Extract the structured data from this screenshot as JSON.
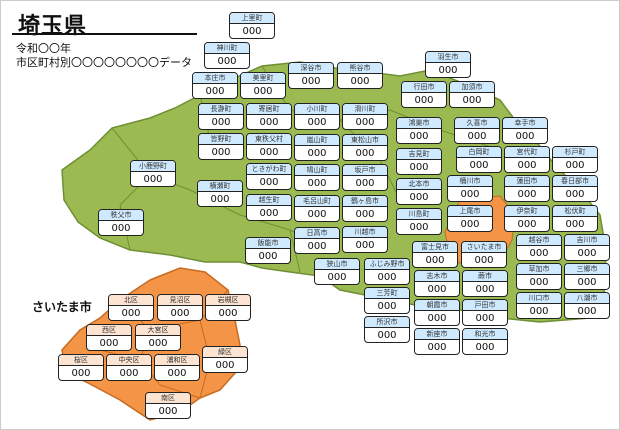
{
  "header": {
    "title": "埼玉県",
    "line1": "令和〇〇年",
    "line2": "市区町村別〇〇〇〇〇〇〇〇データ"
  },
  "saitama_city_label": "さいたま市",
  "colors": {
    "prefecture": "#9bbb52",
    "saitama_city": "#f39446",
    "label_header": "#cfeaff",
    "ward_header": "#fde3d2"
  },
  "municipalities": [
    {
      "name": "上里町",
      "value": "000"
    },
    {
      "name": "神川町",
      "value": "000"
    },
    {
      "name": "本庄市",
      "value": "000"
    },
    {
      "name": "美里町",
      "value": "000"
    },
    {
      "name": "深谷市",
      "value": "000"
    },
    {
      "name": "熊谷市",
      "value": "000"
    },
    {
      "name": "長瀞町",
      "value": "000"
    },
    {
      "name": "寄居町",
      "value": "000"
    },
    {
      "name": "小川町",
      "value": "000"
    },
    {
      "name": "滑川町",
      "value": "000"
    },
    {
      "name": "皆野町",
      "value": "000"
    },
    {
      "name": "東秩父村",
      "value": "000"
    },
    {
      "name": "嵐山町",
      "value": "000"
    },
    {
      "name": "東松山市",
      "value": "000"
    },
    {
      "name": "ときがわ町",
      "value": "000"
    },
    {
      "name": "鳩山町",
      "value": "000"
    },
    {
      "name": "坂戸市",
      "value": "000"
    },
    {
      "name": "横瀬町",
      "value": "000"
    },
    {
      "name": "越生町",
      "value": "000"
    },
    {
      "name": "毛呂山町",
      "value": "000"
    },
    {
      "name": "鶴ヶ島市",
      "value": "000"
    },
    {
      "name": "日高市",
      "value": "000"
    },
    {
      "name": "川越市",
      "value": "000"
    },
    {
      "name": "飯能市",
      "value": "000"
    },
    {
      "name": "秩父市",
      "value": "000"
    },
    {
      "name": "小鹿野町",
      "value": "000"
    },
    {
      "name": "羽生市",
      "value": "000"
    },
    {
      "name": "行田市",
      "value": "000"
    },
    {
      "name": "加須市",
      "value": "000"
    },
    {
      "name": "鴻巣市",
      "value": "000"
    },
    {
      "name": "久喜市",
      "value": "000"
    },
    {
      "name": "幸手市",
      "value": "000"
    },
    {
      "name": "吉見町",
      "value": "000"
    },
    {
      "name": "白岡町",
      "value": "000"
    },
    {
      "name": "宮代町",
      "value": "000"
    },
    {
      "name": "杉戸町",
      "value": "000"
    },
    {
      "name": "北本市",
      "value": "000"
    },
    {
      "name": "桶川市",
      "value": "000"
    },
    {
      "name": "蓮田市",
      "value": "000"
    },
    {
      "name": "春日部市",
      "value": "000"
    },
    {
      "name": "川島町",
      "value": "000"
    },
    {
      "name": "上尾市",
      "value": "000"
    },
    {
      "name": "伊奈町",
      "value": "000"
    },
    {
      "name": "松伏町",
      "value": "000"
    },
    {
      "name": "富士見市",
      "value": "000"
    },
    {
      "name": "さいたま市",
      "value": "000"
    },
    {
      "name": "越谷市",
      "value": "000"
    },
    {
      "name": "吉川市",
      "value": "000"
    },
    {
      "name": "狭山市",
      "value": "000"
    },
    {
      "name": "ふじみ野市",
      "value": "000"
    },
    {
      "name": "志木市",
      "value": "000"
    },
    {
      "name": "蕨市",
      "value": "000"
    },
    {
      "name": "草加市",
      "value": "000"
    },
    {
      "name": "三郷市",
      "value": "000"
    },
    {
      "name": "三芳町",
      "value": "000"
    },
    {
      "name": "朝霞市",
      "value": "000"
    },
    {
      "name": "戸田市",
      "value": "000"
    },
    {
      "name": "川口市",
      "value": "000"
    },
    {
      "name": "八潮市",
      "value": "000"
    },
    {
      "name": "所沢市",
      "value": "000"
    },
    {
      "name": "新座市",
      "value": "000"
    },
    {
      "name": "和光市",
      "value": "000"
    }
  ],
  "wards": [
    {
      "name": "北区",
      "value": "000"
    },
    {
      "name": "見沼区",
      "value": "000"
    },
    {
      "name": "岩槻区",
      "value": "000"
    },
    {
      "name": "西区",
      "value": "000"
    },
    {
      "name": "大宮区",
      "value": "000"
    },
    {
      "name": "緑区",
      "value": "000"
    },
    {
      "name": "桜区",
      "value": "000"
    },
    {
      "name": "中央区",
      "value": "000"
    },
    {
      "name": "浦和区",
      "value": "000"
    },
    {
      "name": "南区",
      "value": "000"
    }
  ]
}
